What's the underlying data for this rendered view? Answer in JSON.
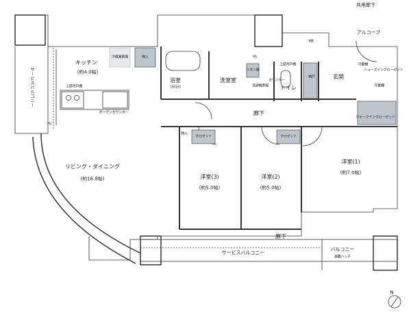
{
  "rooms": {
    "common_corridor": "共用廊下",
    "alcove": "アルコーブ",
    "kitchen": "キッチン",
    "kitchen_area": "(約4.0帖)",
    "open_counter": "オープンカウンター",
    "living_dining": "リビング・ダイニング",
    "living_dining_area": "(約16.8帖)",
    "bath": "浴室",
    "bath_size": "(1616)",
    "washroom": "洗室室",
    "toilet": "トイレ",
    "entrance": "玄関",
    "hallway_1": "廊下",
    "hallway_2": "廊下",
    "western_room_1": "洋室(1)",
    "western_room_1_area": "(約7.0帖)",
    "western_room_2": "洋室(2)",
    "western_room_2_area": "(約5.0帖)",
    "western_room_3": "洋室(3)",
    "western_room_3_area": "(約5.0帖)",
    "service_balcony_left": "サービスバルコニー",
    "service_balcony_bottom": "サービスバルコニー",
    "balcony": "バルコニー"
  },
  "fixtures": {
    "fridge": "冷蔵庫置場",
    "storage_kitchen": "物入",
    "stove_upper_cabinet": "上部吊戸棚",
    "ps_top": "PS",
    "ps_left": "PS",
    "mb": "MB",
    "linen_storage": "リネン庫",
    "washing_machine": "洗濯機置場",
    "toilet_upper_cabinet": "上部吊戸棚",
    "toilet_counter": "カウンター",
    "shoe_cabinet": "納戸",
    "movable_shelf_label": "可動棚",
    "shoes_in_closet": "シューズインクローゼット",
    "movable_shelf_label_2": "可動棚",
    "walk_in_closet": "ウォークインクローゼット",
    "storage_room3": "物入",
    "closet_room3": "クロゼット",
    "closet_room2": "クロゼット",
    "balcony_note": "避難ハッチ"
  },
  "compass": {
    "label": "N"
  },
  "colors": {
    "wall": "#555555",
    "storage_fill": "#bcc6cc",
    "line": "#333333"
  }
}
